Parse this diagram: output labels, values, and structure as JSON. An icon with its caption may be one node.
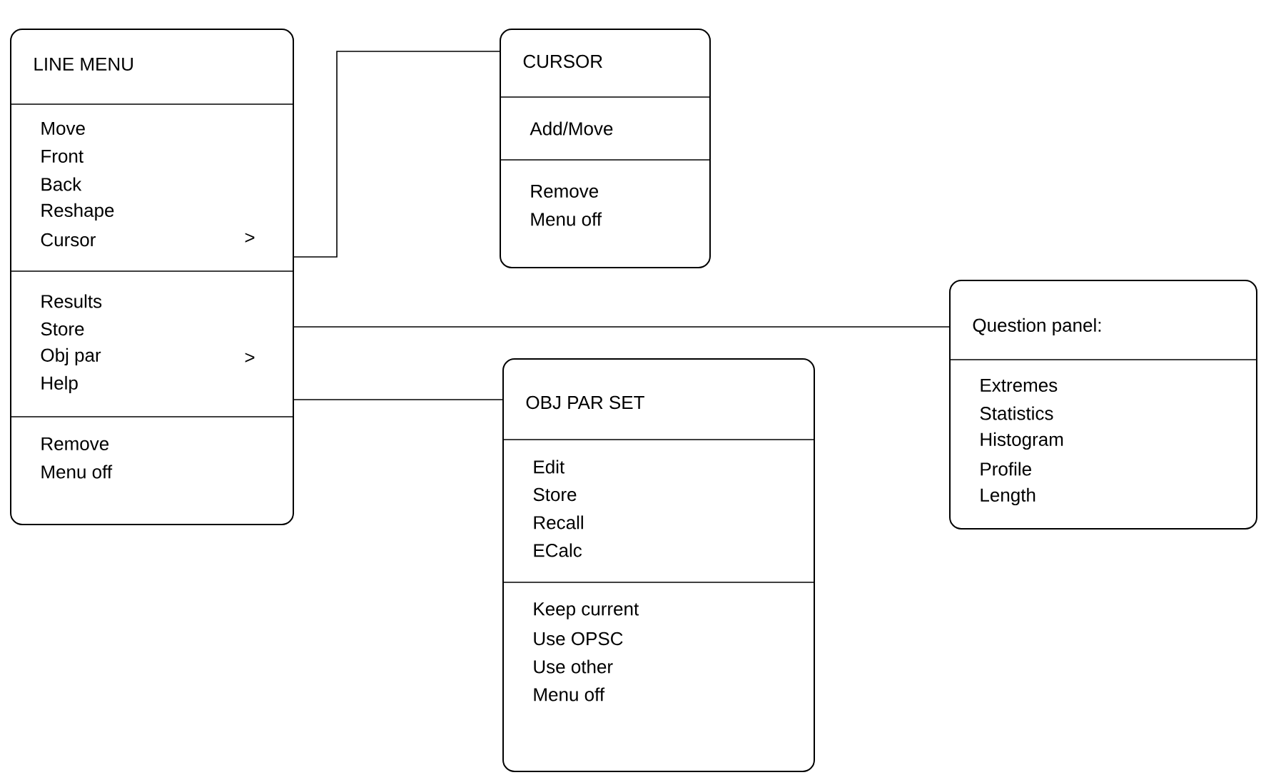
{
  "diagram": {
    "nodes": [
      {
        "text": [
          "LINE MENU"
        ]
      },
      {
        "text": [
          "Move",
          "Front",
          "Back",
          "Reshape",
          "Cursor"
        ],
        "in": 0
      },
      {
        "text": [
          "Results",
          "Store",
          "Obj par",
          "Help"
        ],
        "in": 0
      },
      {
        "text": [
          "Remove",
          "Menu off"
        ],
        "in": 0
      },
      {
        "text": [
          "CURSOR"
        ]
      },
      {
        "text": [
          "Add/Move"
        ],
        "in": 4
      },
      {
        "text": [
          "Remove",
          "Menu off"
        ],
        "in": 4
      },
      {
        "text": [
          "Question panel:"
        ]
      },
      {
        "text": [
          "Extremes",
          "Statistics",
          "Histogram",
          "Profile",
          "Length"
        ],
        "in": 7
      },
      {
        "text": [
          "OBJ PAR SET"
        ]
      },
      {
        "text": [
          "Edit",
          "Store",
          "Recall",
          "ECalc"
        ],
        "in": 9
      },
      {
        "text": [
          "Keep current",
          "Use OPSC",
          "Use other",
          "Menu off"
        ],
        "in": 9
      }
    ],
    "edges": [
      {
        "from": 0,
        "to": 4,
        "arrow": "none"
      },
      {
        "from": 0,
        "to": 7,
        "arrow": "none"
      },
      {
        "from": 0,
        "to": 9,
        "arrow": "none"
      }
    ],
    "labels": [
      ">",
      ">"
    ]
  }
}
